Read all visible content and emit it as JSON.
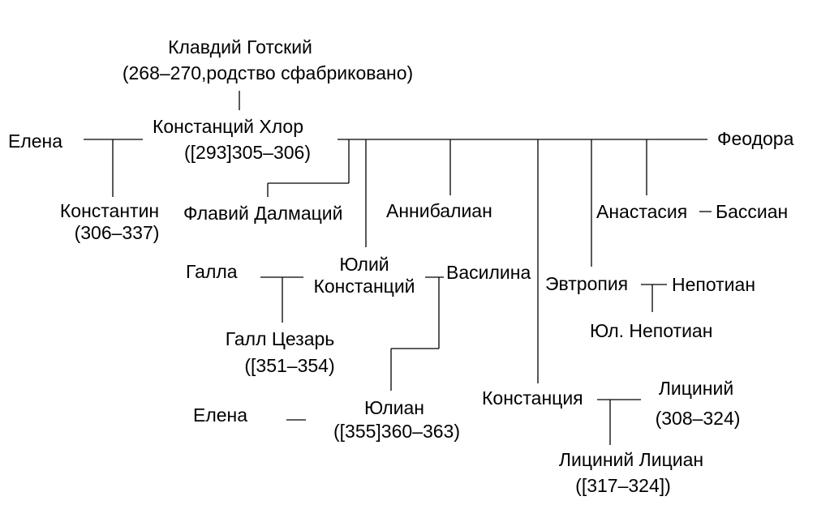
{
  "people": {
    "claudius": {
      "name": "Клавдий Готский",
      "years": "(268–270,родство сфабриковано)"
    },
    "helena1": {
      "name": "Елена"
    },
    "constantius": {
      "name": "Констанций Хлор",
      "years": "([293]305–306)"
    },
    "theodora": {
      "name": "Феодора"
    },
    "constantine": {
      "name": "Константин",
      "years": "(306–337)"
    },
    "dalmatius": {
      "name": "Флавий Далмаций"
    },
    "hannibalianus": {
      "name": "Аннибалиан"
    },
    "anastasia": {
      "name": "Анастасия"
    },
    "bassianus": {
      "name": "Бассиан"
    },
    "galla": {
      "name": "Галла"
    },
    "julius": {
      "name": "Юлий",
      "name2": "Констанций"
    },
    "basilina": {
      "name": "Василина"
    },
    "eutropia": {
      "name": "Эвтропия"
    },
    "nepotianus": {
      "name": "Непотиан"
    },
    "nepotianus_jr": {
      "name": "Юл. Непотиан"
    },
    "gallus": {
      "name": "Галл Цезарь",
      "years": "([351–354)"
    },
    "helena2": {
      "name": "Елена"
    },
    "julian": {
      "name": "Юлиан",
      "years": "([355]360–363)"
    },
    "constantia": {
      "name": "Констанция"
    },
    "licinius": {
      "name": "Лициний",
      "years": "(308–324)"
    },
    "licinianus": {
      "name": "Лициний Лициан",
      "years": "([317–324])"
    }
  }
}
